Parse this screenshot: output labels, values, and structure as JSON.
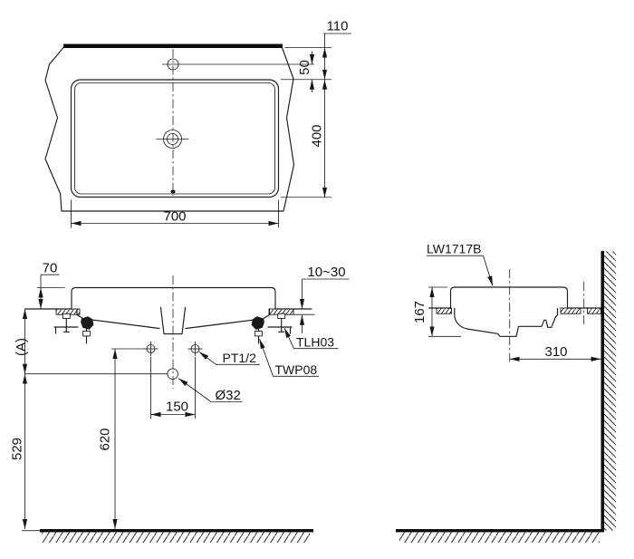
{
  "drawing": {
    "ink_color": "#1c1c1c",
    "background": "#ffffff",
    "labels": {
      "d110": "110",
      "d50": "50",
      "d400": "400",
      "d700": "700",
      "d70": "70",
      "d1030": "10~30",
      "dA": "(A)",
      "d529": "529",
      "d620": "620",
      "d150": "150",
      "d32": "Ø32",
      "pt": "PT1/2",
      "twp": "TWP08",
      "tlh": "TLH03",
      "model": "LW1717B",
      "d167": "167",
      "d310": "310"
    }
  }
}
